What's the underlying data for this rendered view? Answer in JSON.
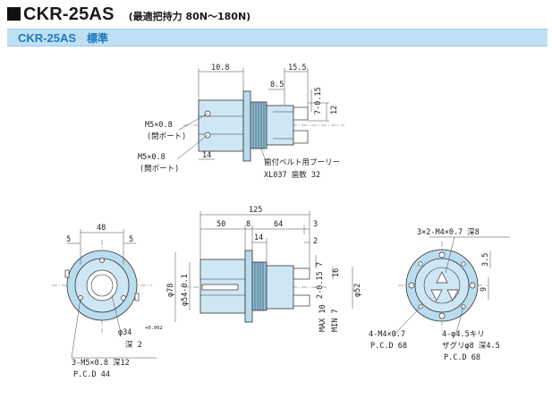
{
  "header": {
    "title": "CKR-25AS",
    "subtitle": "(最適把持力 80N〜180N)"
  },
  "section": {
    "model": "CKR-25AS",
    "label": "標準"
  },
  "top_view": {
    "dim_10_8": "10.8",
    "dim_15_5": "15.5",
    "dim_8_5": "8.5",
    "dim_7_tol": "7-0.15",
    "dim_12": "12",
    "dim_14": "14",
    "port_a_line1": "M5×0.8",
    "port_a_line2": "(閉ポート)",
    "port_b_line1": "M5×0.8",
    "port_b_line2": "(開ポート)",
    "pulley_line1": "歯付ベルト用プーリー",
    "pulley_line2": "XL037 歯数 32"
  },
  "front_view": {
    "dim_48": "48",
    "dim_5_left": "5",
    "dim_5_right": "5",
    "bore_dia": "φ34",
    "bore_tol": "+0.062",
    "depth_2": "深 2",
    "thread_line1": "3-M5×0.8 深12",
    "thread_line2": "P.C.D 44"
  },
  "side_view": {
    "dim_125": "125",
    "dim_50": "50",
    "dim_8": "8",
    "dim_64": "64",
    "dim_3": "3",
    "dim_14": "14",
    "dim_2": "2",
    "dim_7": "7",
    "dim_16": "16",
    "dim_2_tol": "2-0.15",
    "dia_78": "φ78",
    "dia_54": "φ54-0.1",
    "dia_52": "φ52",
    "max_10": "MAX 10",
    "min_7": "MIN 7"
  },
  "jaw_view": {
    "tap_note": "3×2-M4×0.7 深8",
    "dim_3_5": "3.5",
    "dim_9": "9",
    "m4_line1": "4-M4×0.7",
    "m4_line2": "P.C.D 68",
    "hole_line1": "4-φ4.5キリ",
    "hole_line2": "ザグリφ8 深4.5",
    "hole_line3": "P.C.D 68"
  }
}
